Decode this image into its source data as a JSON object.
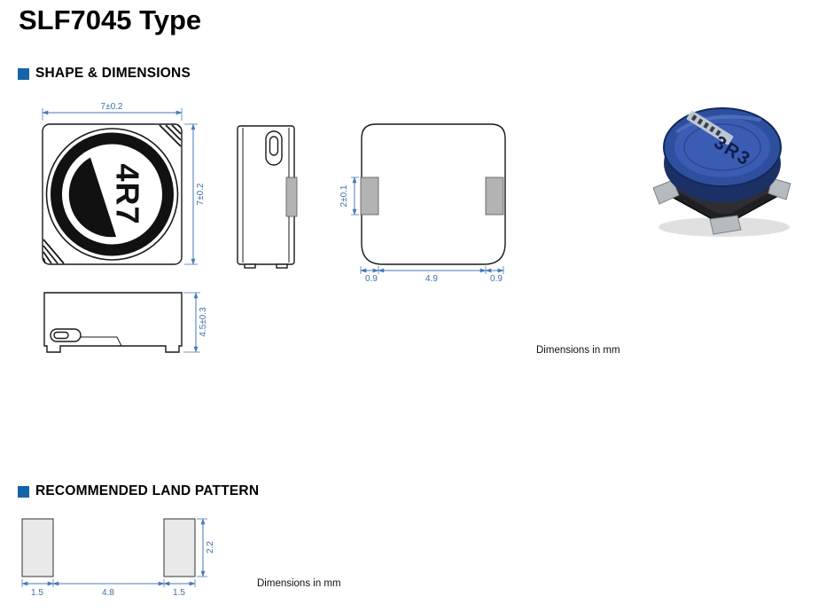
{
  "page": {
    "title": "SLF7045 Type"
  },
  "shape_section": {
    "heading": "SHAPE & DIMENSIONS",
    "dims_note": "Dimensions in mm",
    "top_view": {
      "marking": "4R7",
      "width_dim": "7±0.2",
      "height_dim": "7±0.2"
    },
    "front_view": {
      "terminal_height_dim": "2±0.1",
      "left_terminal_dim": "0.9",
      "center_dim": "4.9",
      "right_terminal_dim": "0.9"
    },
    "bottom_view": {
      "height_dim": "4.5±0.3"
    },
    "photo": {
      "marking": "3R3"
    }
  },
  "land_section": {
    "heading": "RECOMMENDED LAND PATTERN",
    "dims_note": "Dimensions in mm",
    "pad_height_dim": "2.2",
    "left_pad_width_dim": "1.5",
    "gap_dim": "4.8",
    "right_pad_width_dim": "1.5"
  },
  "colors": {
    "accent_blue": "#1564a8",
    "dimension_blue": "#4a79b8",
    "terminal_gray": "#b3b3b3",
    "land_pad_gray": "#e9e9e9"
  }
}
